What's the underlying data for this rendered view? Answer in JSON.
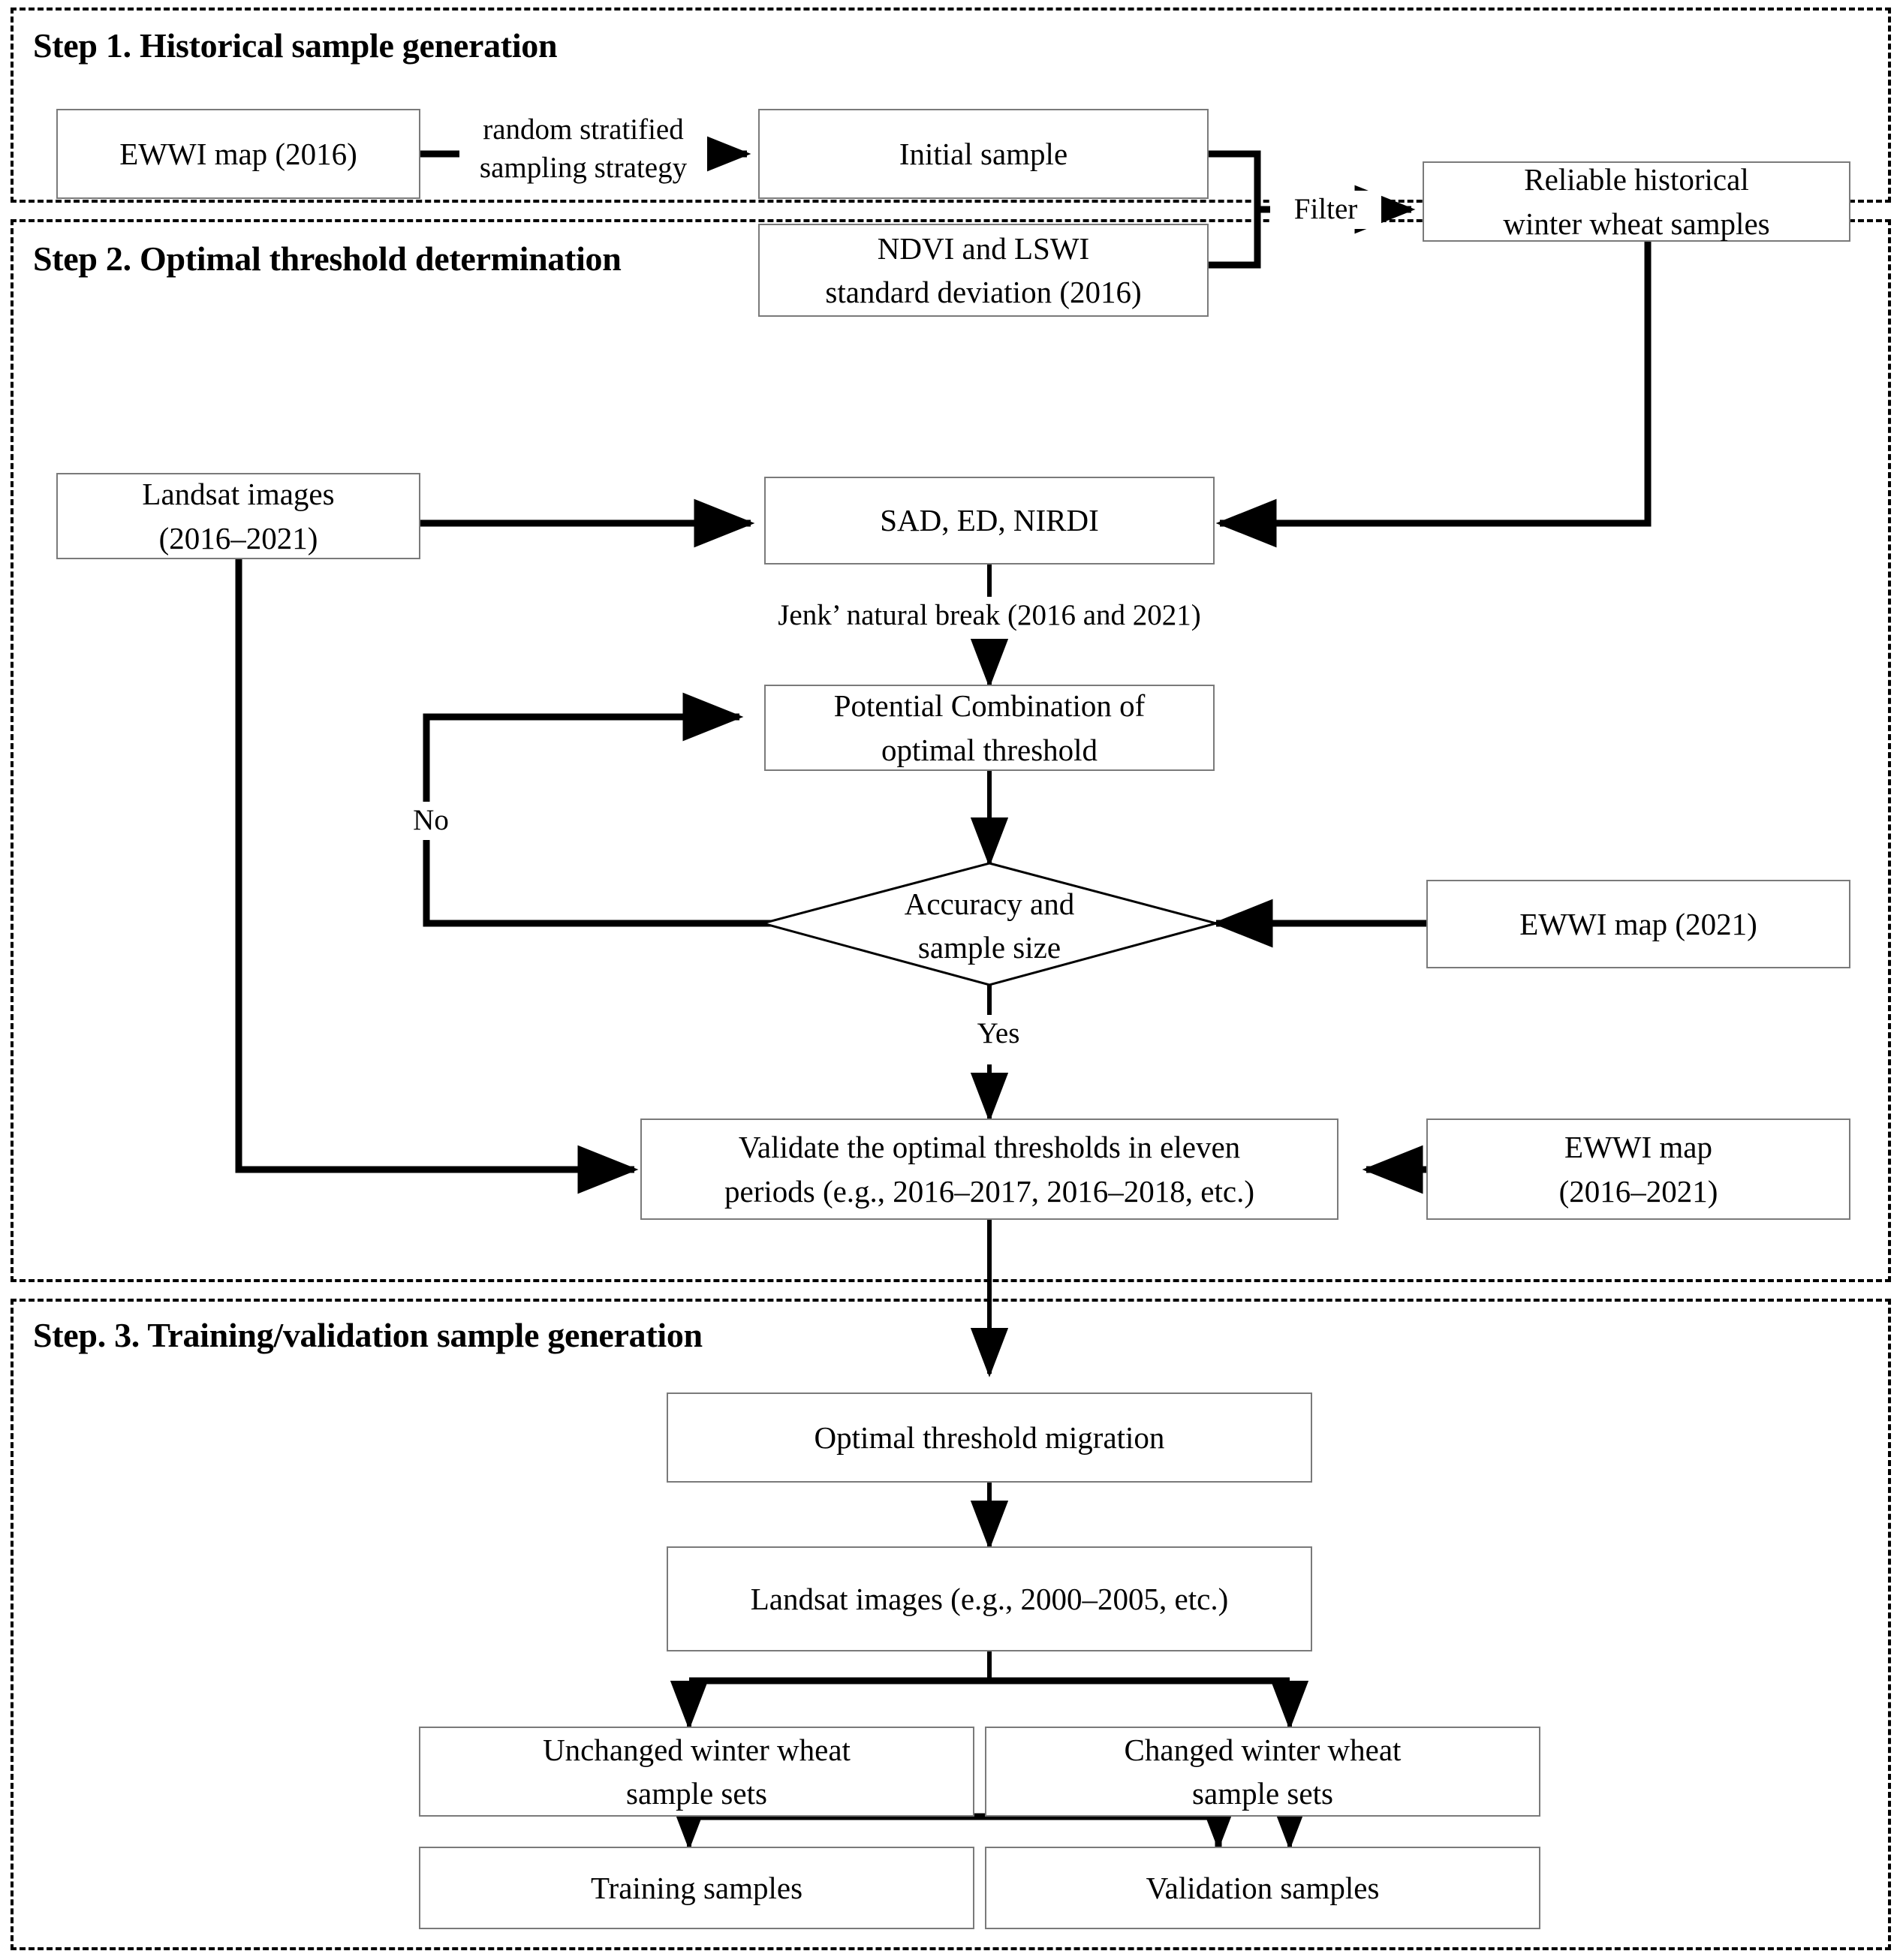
{
  "figure": {
    "title": "Winter wheat sample generation workflow",
    "type": "flowchart",
    "colors": {
      "line": "#000000",
      "box_border": "#7a7a7a",
      "background": "#ffffff",
      "text": "#000000"
    }
  },
  "steps": [
    {
      "id": "step1",
      "title": "Step 1. Historical sample generation"
    },
    {
      "id": "step2",
      "title": "Step 2. Optimal threshold determination"
    },
    {
      "id": "step3",
      "title": "Step. 3. Training/validation sample generation"
    }
  ],
  "nodes": {
    "ewwi_2016": {
      "label": "EWWI map (2016)"
    },
    "initial_sample": {
      "label": "Initial sample"
    },
    "ndvi_lswi": {
      "line1": "NDVI and LSWI",
      "line2": "standard deviation (2016)"
    },
    "reliable_samples": {
      "line1": "Reliable historical",
      "line2": "winter wheat samples"
    },
    "landsat_2016_2021": {
      "line1": "Landsat images",
      "line2": "(2016–2021)"
    },
    "indices": {
      "label": "SAD, ED, NIRDI"
    },
    "potential_combination": {
      "line1": "Potential Combination of",
      "line2": "optimal threshold"
    },
    "decision": {
      "line1": "Accuracy and",
      "line2": "sample size"
    },
    "ewwi_2021": {
      "label": "EWWI map (2021)"
    },
    "validate": {
      "line1": "Validate the optimal thresholds in eleven",
      "line2": "periods (e.g., 2016–2017, 2016–2018, etc.)"
    },
    "ewwi_2016_2021": {
      "line1": "EWWI map",
      "line2": "(2016–2021)"
    },
    "threshold_migration": {
      "label": "Optimal threshold migration"
    },
    "landsat_2000_2005": {
      "label": "Landsat images (e.g., 2000–2005, etc.)"
    },
    "unchanged_samples": {
      "line1": "Unchanged winter wheat",
      "line2": "sample sets"
    },
    "changed_samples": {
      "line1": "Changed winter wheat",
      "line2": "sample sets"
    },
    "training_samples": {
      "label": "Training samples"
    },
    "validation_samples": {
      "label": "Validation samples"
    }
  },
  "edge_labels": {
    "sampling_strategy": {
      "line1": "random stratified",
      "line2": "sampling strategy"
    },
    "filter": "Filter",
    "jenks": "Jenk’ natural break (2016 and 2021)",
    "no": "No",
    "yes": "Yes"
  }
}
